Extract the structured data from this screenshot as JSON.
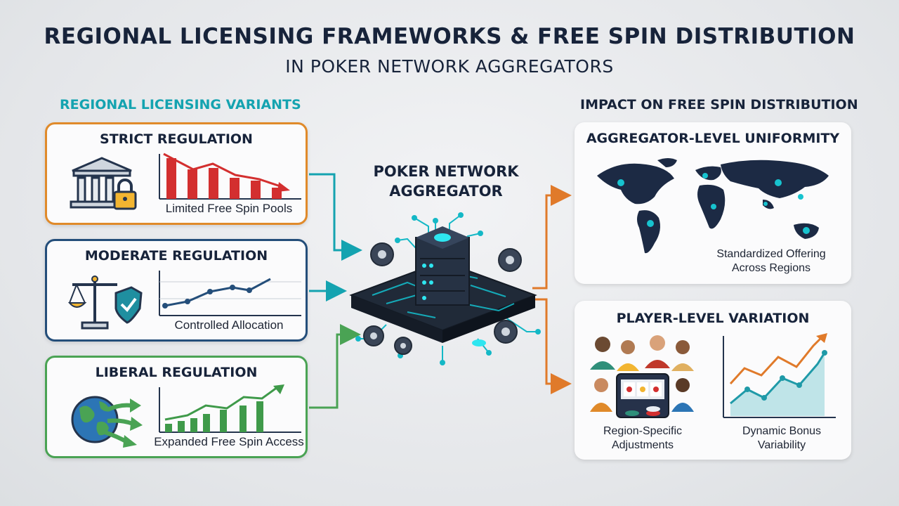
{
  "header": {
    "title": "REGIONAL LICENSING FRAMEWORKS & FREE SPIN DISTRIBUTION",
    "subtitle": "IN POKER NETWORK AGGREGATORS"
  },
  "left_section": {
    "heading": "REGIONAL LICENSING VARIANTS",
    "cards": [
      {
        "title": "STRICT REGULATION",
        "caption": "Limited Free Spin Pools",
        "icon": "bank-lock-icon",
        "trend": "declining",
        "accent": "#e08a2a"
      },
      {
        "title": "MODERATE REGULATION",
        "caption": "Controlled Allocation",
        "icon": "scales-shield-icon",
        "trend": "steady-rise",
        "accent": "#244e7a"
      },
      {
        "title": "LIBERAL REGULATION",
        "caption": "Expanded Free Spin Access",
        "icon": "globe-arrows-icon",
        "trend": "rising",
        "accent": "#4aa354"
      }
    ]
  },
  "hub": {
    "label_line1": "POKER NETWORK",
    "label_line2": "AGGREGATOR",
    "icon": "server-circuit-icon"
  },
  "right_section": {
    "heading": "IMPACT ON FREE SPIN DISTRIBUTION",
    "uniformity": {
      "title": "AGGREGATOR-LEVEL UNIFORMITY",
      "caption_line1": "Standardized Offering",
      "caption_line2": "Across Regions",
      "icon": "world-map-icon"
    },
    "player": {
      "title": "PLAYER-LEVEL VARIATION",
      "left_caption_line1": "Region-Specific",
      "left_caption_line2": "Adjustments",
      "right_caption_line1": "Dynamic Bonus",
      "right_caption_line2": "Variability",
      "icons": [
        "players-slot-machine-icon",
        "area-chart-icon"
      ]
    }
  },
  "colors": {
    "strict": "#e08a2a",
    "moderate": "#244e7a",
    "liberal": "#4aa354",
    "teal": "#14a3b0",
    "arrow_out": "#e07a2a",
    "chart_red": "#d32f2f",
    "dark": "#17233a"
  }
}
